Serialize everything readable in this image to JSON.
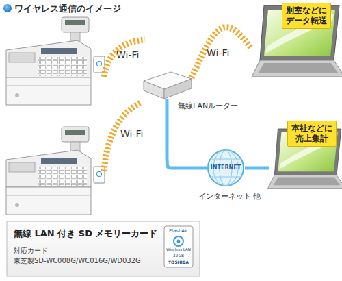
{
  "diagram": {
    "title": "ワイヤレス通信のイメージ",
    "nodes": [
      {
        "text": [
          "別室などに データ転送"
        ]
      },
      {
        "text": [
          "無線LANルーター"
        ]
      },
      {
        "text": [
          "本社などに 売上集計"
        ]
      },
      {
        "text": [
          "INTERNET",
          "インターネット 他"
        ]
      },
      {
        "text": [
          "無線 LAN 付き SD メモリーカード",
          "対応カード",
          "東芝製SD-WC008G/WC016G/WD032G"
        ]
      }
    ],
    "edges": [
      {
        "from": 1,
        "to": 0,
        "label": "Wi-Fi",
        "arrow": "none"
      },
      {
        "from": 1,
        "to": 3,
        "arrow": "none"
      },
      {
        "from": 3,
        "to": 2,
        "arrow": "none"
      }
    ],
    "labels": [
      "Wi-Fi",
      "Wi-Fi",
      "FlashAir",
      "Wireless LAN",
      "32GB",
      "TOSHIBA"
    ]
  }
}
